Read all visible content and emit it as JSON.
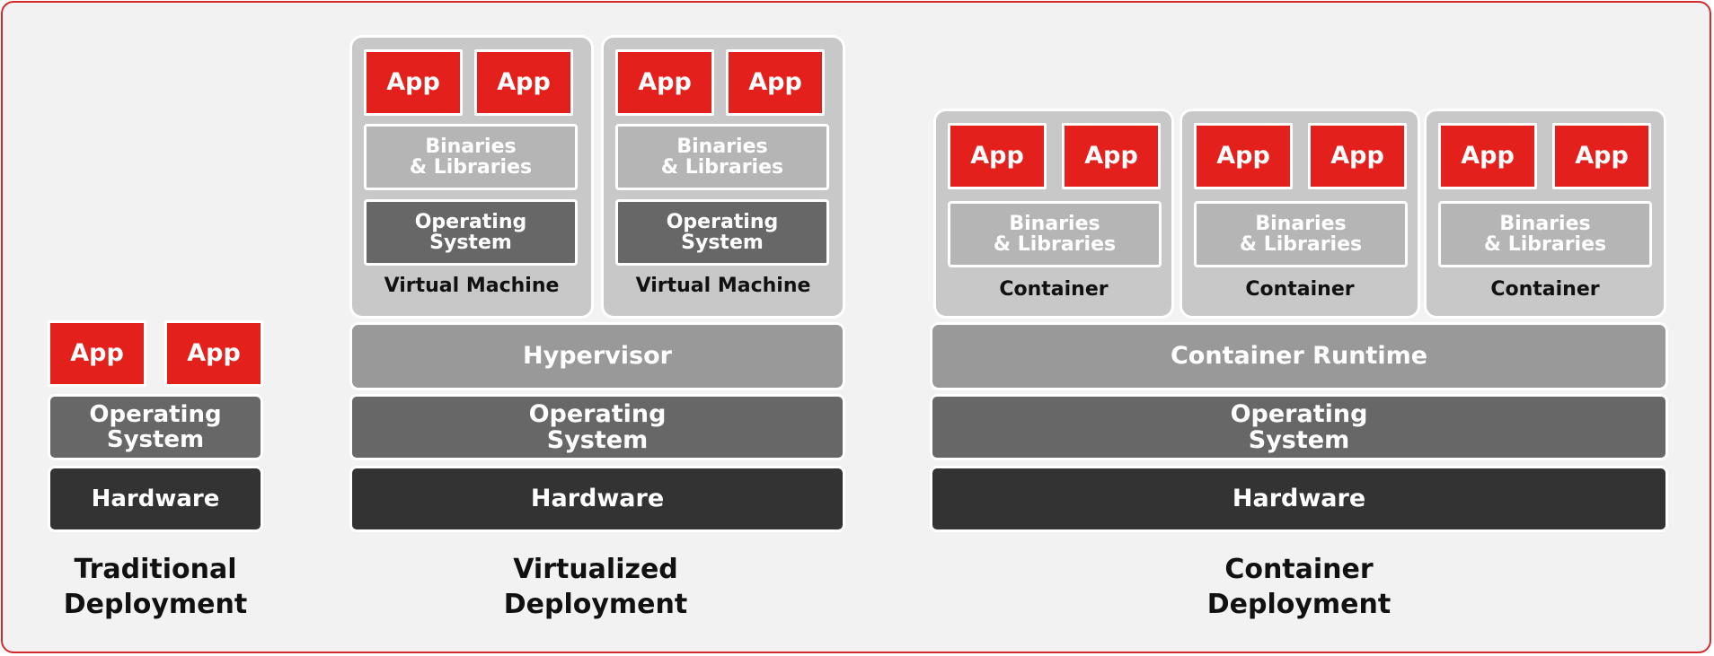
{
  "colors": {
    "app": "#e3201b",
    "binaries": "#b5b5b5",
    "guest_os": "#676767",
    "hypervisor": "#999999",
    "operating_system": "#676767",
    "hardware": "#333333",
    "panel": "#c8c8c8",
    "frame_border": "#d32a2a",
    "background": "#f2f2f2"
  },
  "labels": {
    "app": "App",
    "binaries": "Binaries\n& Libraries",
    "operating_system": "Operating\nSystem",
    "hardware": "Hardware",
    "hypervisor": "Hypervisor",
    "container_runtime": "Container Runtime",
    "virtual_machine": "Virtual Machine",
    "container": "Container"
  },
  "captions": {
    "traditional": "Traditional\nDeployment",
    "virtualized": "Virtualized\nDeployment",
    "container": "Container\nDeployment"
  }
}
